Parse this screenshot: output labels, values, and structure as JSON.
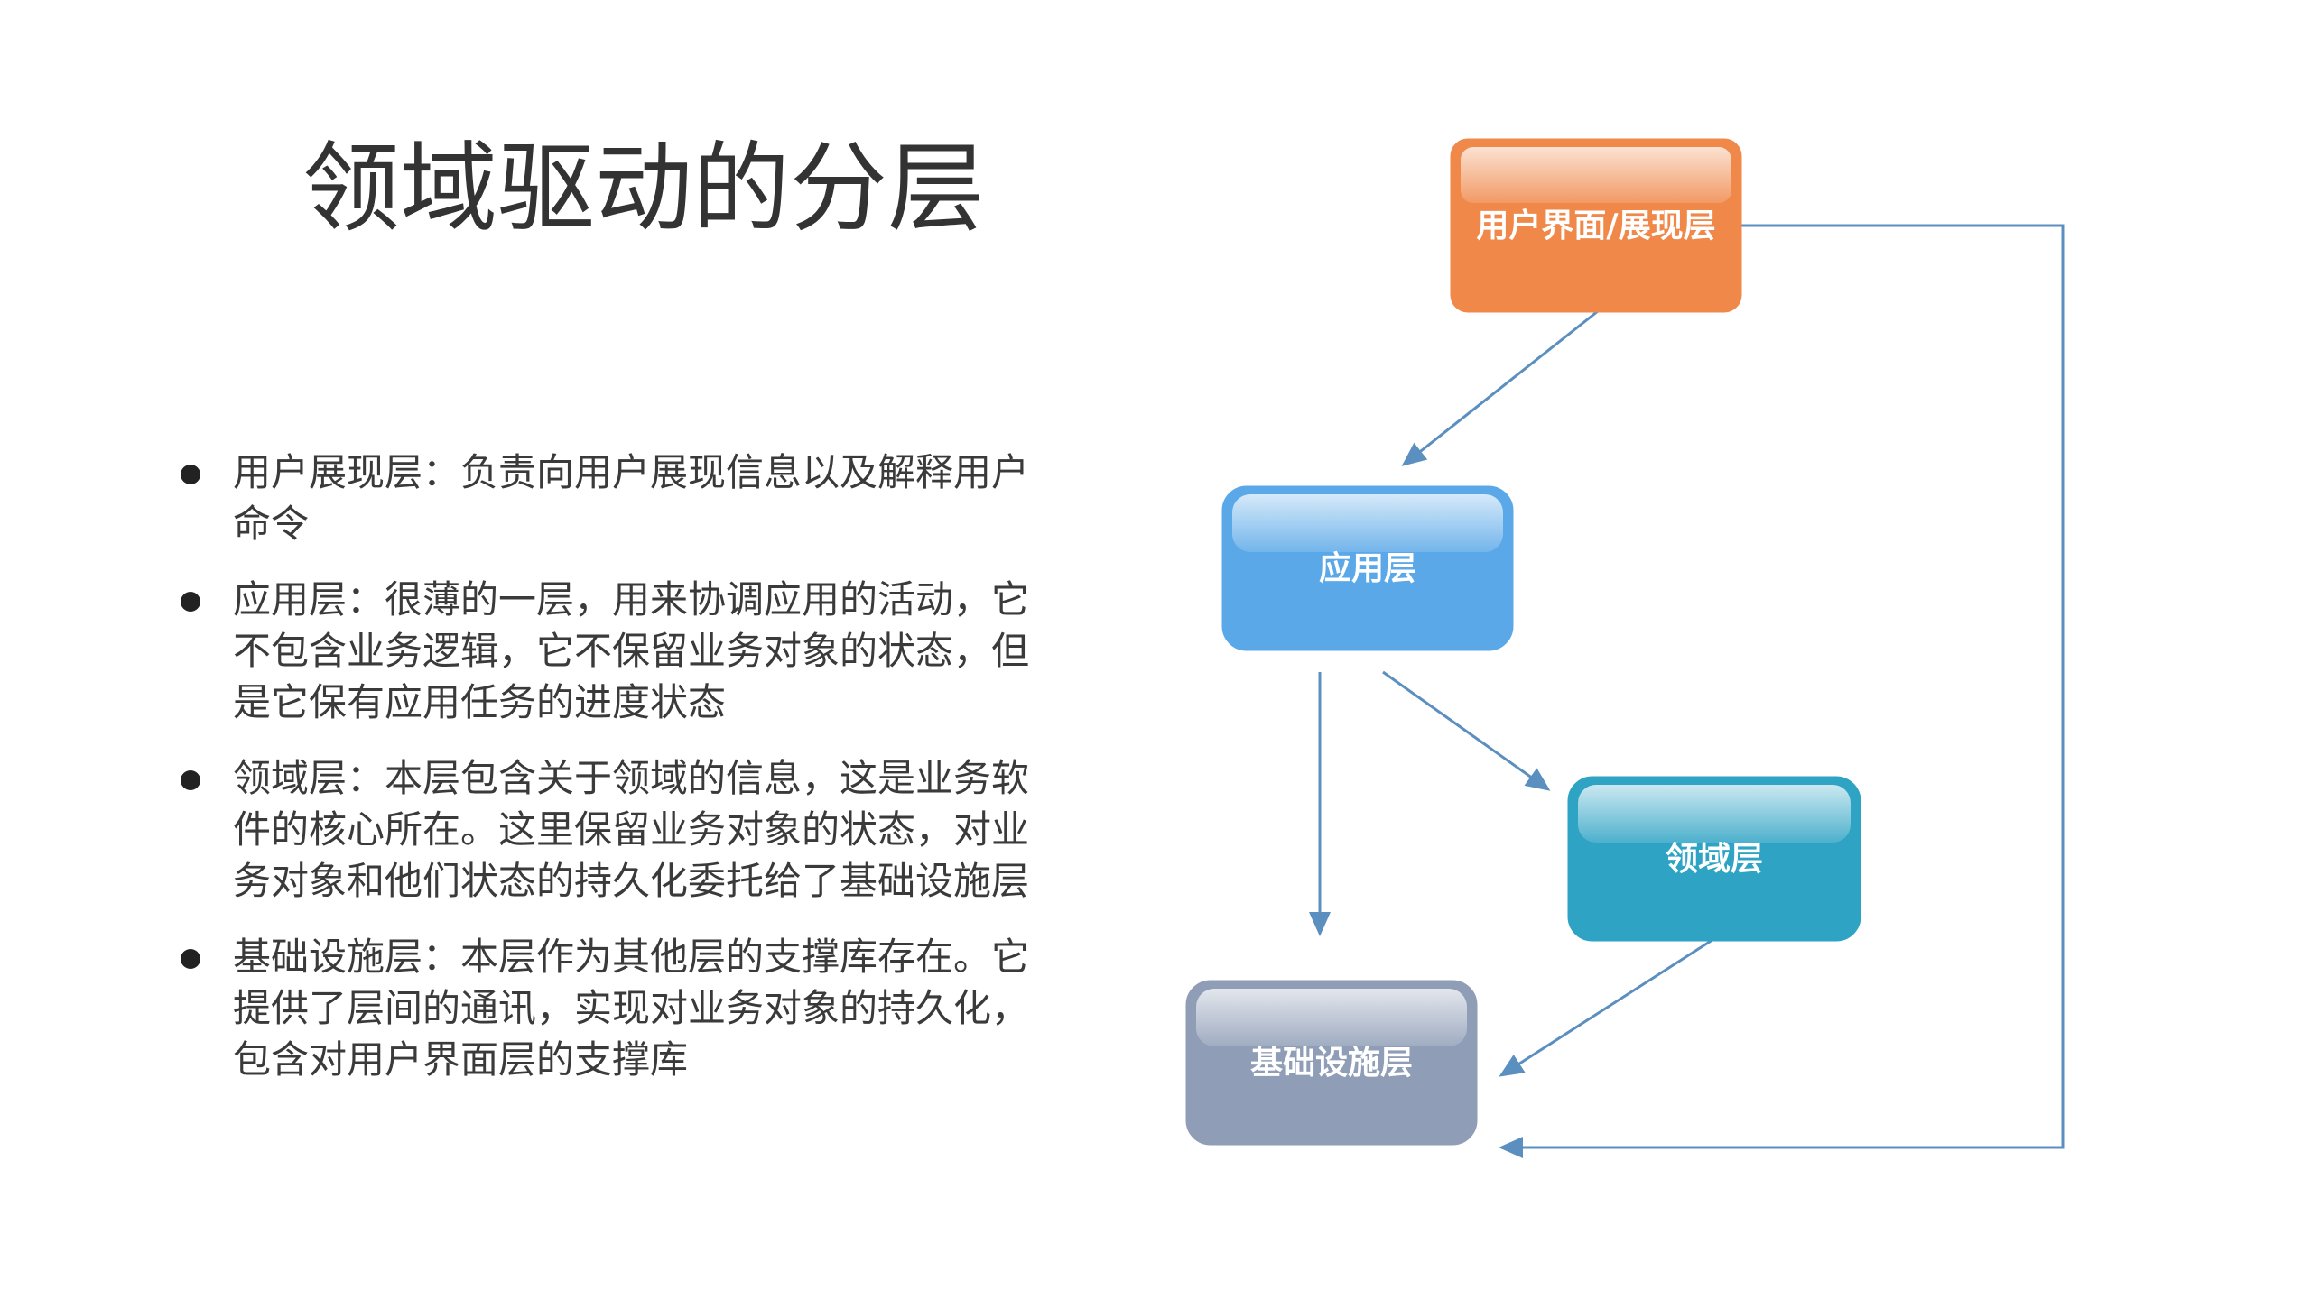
{
  "title": "领域驱动的分层",
  "bullets": [
    "用户展现层：负责向用户展现信息以及解释用户命令",
    "应用层：很薄的一层，用来协调应用的活动，它不包含业务逻辑，它不保留业务对象的状态，但是它保有应用任务的进度状态",
    "领域层：本层包含关于领域的信息，这是业务软件的核心所在。这里保留业务对象的状态，对业务对象和他们状态的持久化委托给了基础设施层",
    "基础设施层：本层作为其他层的支撑库存在。它提供了层间的通讯，实现对业务对象的持久化，包含对用户界面层的支撑库"
  ],
  "diagram": {
    "nodes": {
      "ui": {
        "label": "用户界面/展现层",
        "color": "#f0884a"
      },
      "app": {
        "label": "应用层",
        "color": "#5aa8e8"
      },
      "domain": {
        "label": "领域层",
        "color": "#2ea3c4"
      },
      "infra": {
        "label": "基础设施层",
        "color": "#8f9db6"
      }
    },
    "edges": [
      {
        "from": "ui",
        "to": "app"
      },
      {
        "from": "app",
        "to": "domain"
      },
      {
        "from": "app",
        "to": "infra"
      },
      {
        "from": "domain",
        "to": "infra"
      },
      {
        "from": "ui",
        "to": "infra"
      }
    ],
    "edge_color": "#5b8fc0"
  }
}
